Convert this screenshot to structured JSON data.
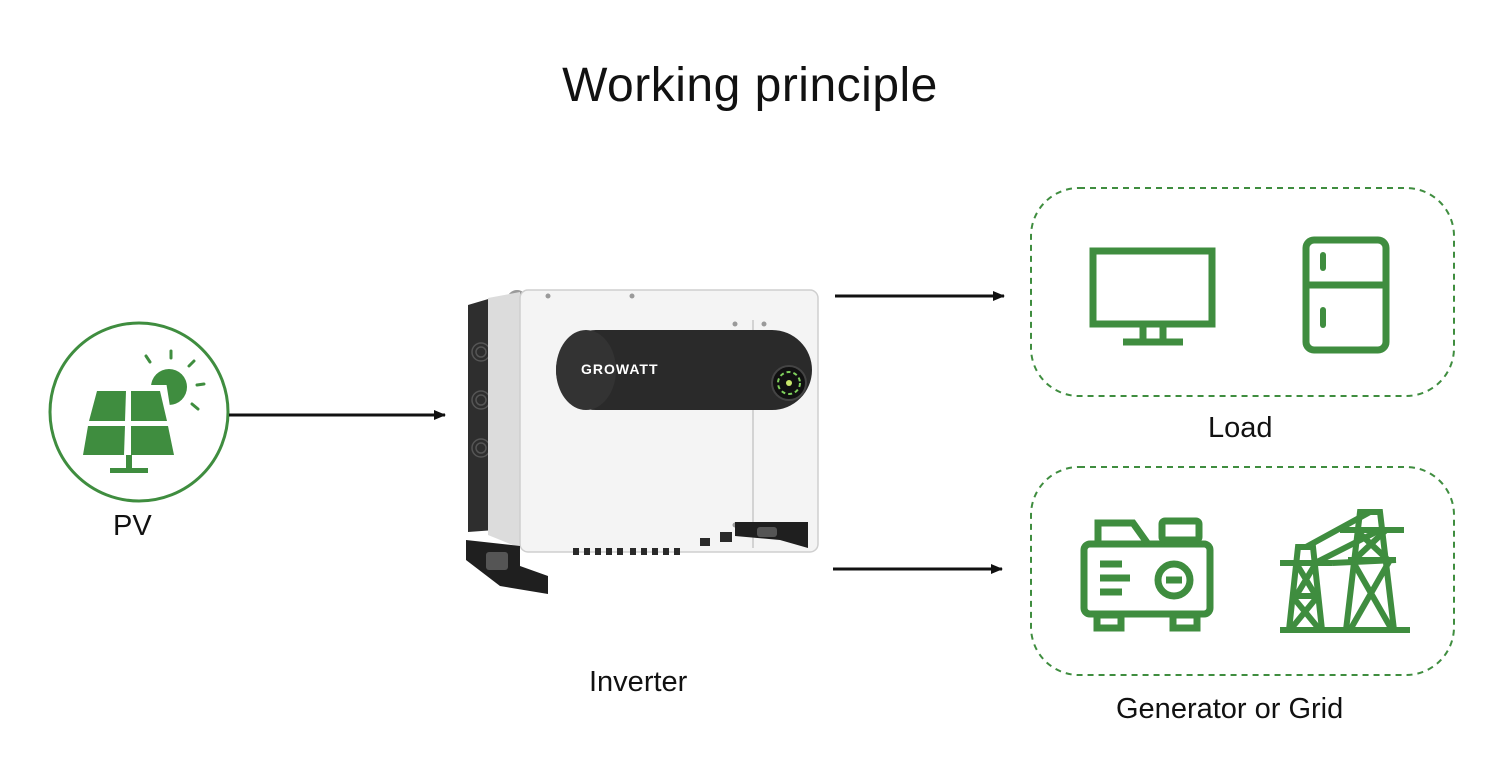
{
  "title": "Working principle",
  "nodes": {
    "pv": {
      "label": "PV"
    },
    "inverter": {
      "label": "Inverter",
      "brand": "GROWATT"
    },
    "load": {
      "label": "Load"
    },
    "generator_grid": {
      "label": "Generator or Grid"
    }
  },
  "colors": {
    "accent_green": "#3f8d3f",
    "dashed_border": "#3f8d3f",
    "text": "#111111",
    "arrow": "#111111",
    "inverter_body": "#f2f2f2",
    "inverter_panel": "#2a2a2a"
  },
  "icons": [
    "solar-panel-icon",
    "sun-icon",
    "monitor-icon",
    "refrigerator-icon",
    "generator-icon",
    "power-tower-icon"
  ]
}
